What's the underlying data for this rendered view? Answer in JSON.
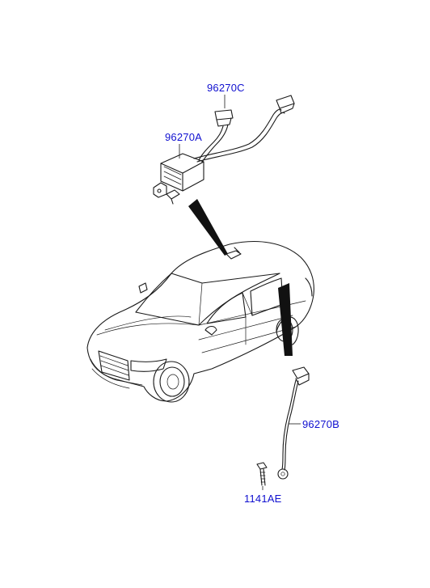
{
  "colors": {
    "label": "#1010d0",
    "line": "#1a1a1a",
    "background": "#ffffff"
  },
  "parts": {
    "p96270C": {
      "label": "96270C",
      "description": "harness connector"
    },
    "p96270A": {
      "label": "96270A",
      "description": "control module with harness"
    },
    "p96270B": {
      "label": "96270B",
      "description": "ground cable"
    },
    "p1141AE": {
      "label": "1141AE",
      "description": "bolt"
    }
  }
}
